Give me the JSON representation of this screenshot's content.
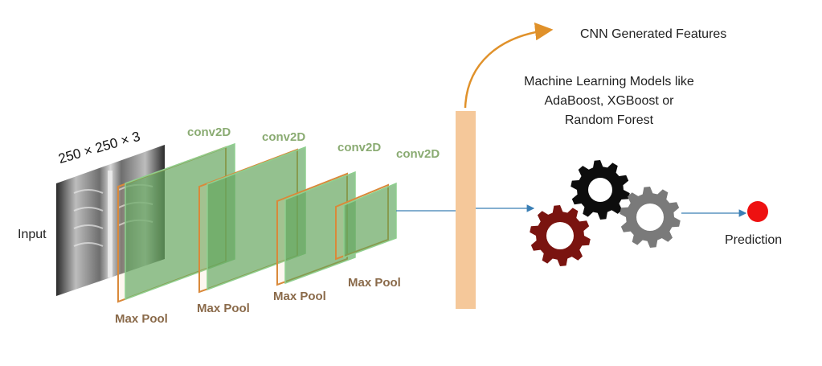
{
  "input_label": "Input",
  "input_dims": "250 × 250 × 3",
  "conv_labels": [
    "conv2D",
    "conv2D",
    "conv2D",
    "conv2D"
  ],
  "pool_labels": [
    "Max Pool",
    "Max Pool",
    "Max Pool",
    "Max Pool"
  ],
  "features_label": "CNN Generated Features",
  "ml_models_label": "Machine Learning Models like AdaBoost, XGBoost or Random Forest",
  "prediction_label": "Prediction",
  "colors": {
    "conv_fill": "#5aa55a",
    "conv_stroke": "#8fcf8f",
    "pool_stroke": "#d9893a",
    "feature_bar": "#f5c89a",
    "curved_arrow": "#e0912a",
    "flow_arrow": "#3a7fb5",
    "gear_dark_red": "#7a1410",
    "gear_black": "#0d0d0d",
    "gear_gray": "#7a7a7a",
    "prediction_dot": "#ee1111"
  }
}
